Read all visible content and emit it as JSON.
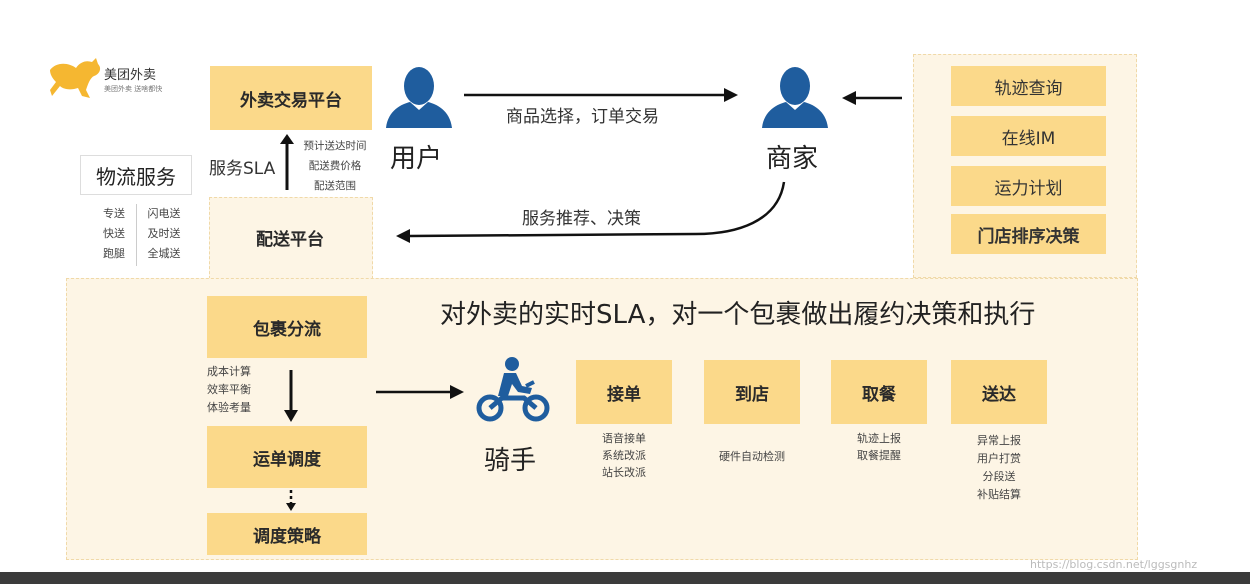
{
  "logo": {
    "name": "美团外卖",
    "tagline": "美团外卖 送啥都快"
  },
  "logistics": {
    "title": "物流服务",
    "col1": [
      "专送",
      "快送",
      "跑腿"
    ],
    "col2": [
      "闪电送",
      "及时送",
      "全城送"
    ]
  },
  "top_flow": {
    "platform": "外卖交易平台",
    "sla_label": "服务SLA",
    "sla_items": [
      "预计送达时间",
      "配送费价格",
      "配送范围"
    ],
    "delivery_platform": "配送平台",
    "user": "用户",
    "merchant": "商家",
    "user_to_merchant": "商品选择，订单交易",
    "merchant_to_delivery": "服务推荐、决策"
  },
  "merchant_tools": [
    "轨迹查询",
    "在线IM",
    "运力计划",
    "门店排序决策"
  ],
  "bottom": {
    "headline": "对外卖的实时SLA，对一个包裹做出履约决策和执行",
    "parcel": "包裹分流",
    "parcel_notes": [
      "成本计算",
      "效率平衡",
      "体验考量"
    ],
    "dispatch": "运单调度",
    "strategy": "调度策略",
    "rider": "骑手",
    "steps": [
      {
        "label": "接单",
        "notes": [
          "语音接单",
          "系统改派",
          "站长改派"
        ]
      },
      {
        "label": "到店",
        "notes": [
          "硬件自动检测"
        ]
      },
      {
        "label": "取餐",
        "notes": [
          "轨迹上报",
          "取餐提醒"
        ]
      },
      {
        "label": "送达",
        "notes": [
          "异常上报",
          "用户打赏",
          "分段送",
          "补贴结算"
        ]
      }
    ]
  },
  "watermark": "https://blog.csdn.net/lggsgnhz"
}
